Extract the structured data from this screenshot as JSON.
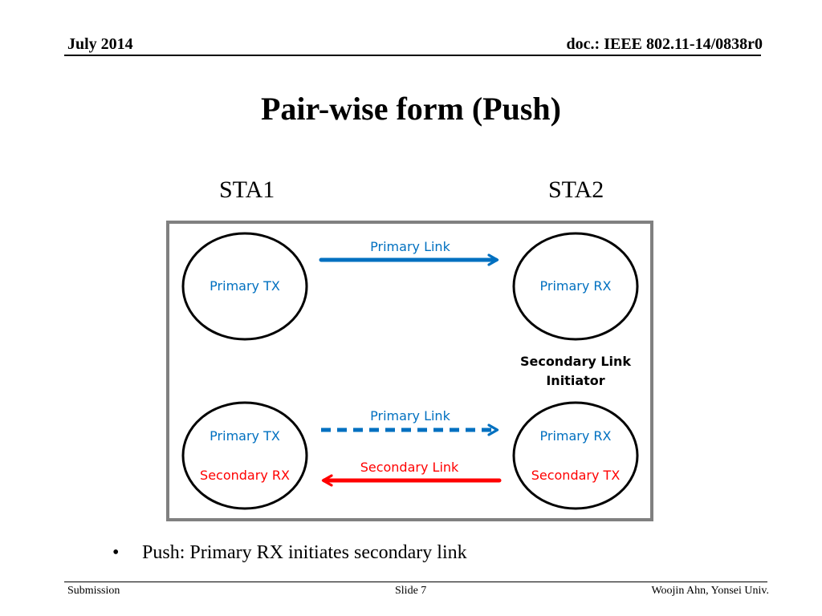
{
  "header": {
    "date": "July 2014",
    "doc": "doc.: IEEE 802.11-14/0838r0"
  },
  "title": "Pair-wise form (Push)",
  "stations": {
    "sta1": "STA1",
    "sta2": "STA2"
  },
  "diagram": {
    "top": {
      "left_node": "Primary TX",
      "right_node": "Primary RX",
      "link_label": "Primary Link"
    },
    "initiator_line1": "Secondary Link",
    "initiator_line2": "Initiator",
    "bottom": {
      "left_primary": "Primary TX",
      "left_secondary": "Secondary RX",
      "right_primary": "Primary RX",
      "right_secondary": "Secondary TX",
      "primary_link_label": "Primary Link",
      "secondary_link_label": "Secondary Link"
    },
    "colors": {
      "primary": "#0070C0",
      "secondary": "#FF0000",
      "frame": "#808080"
    }
  },
  "bullet": {
    "symbol": "•",
    "text": "Push: Primary RX initiates secondary link"
  },
  "footer": {
    "left": "Submission",
    "center": "Slide 7",
    "right": "Woojin Ahn, Yonsei Univ."
  }
}
